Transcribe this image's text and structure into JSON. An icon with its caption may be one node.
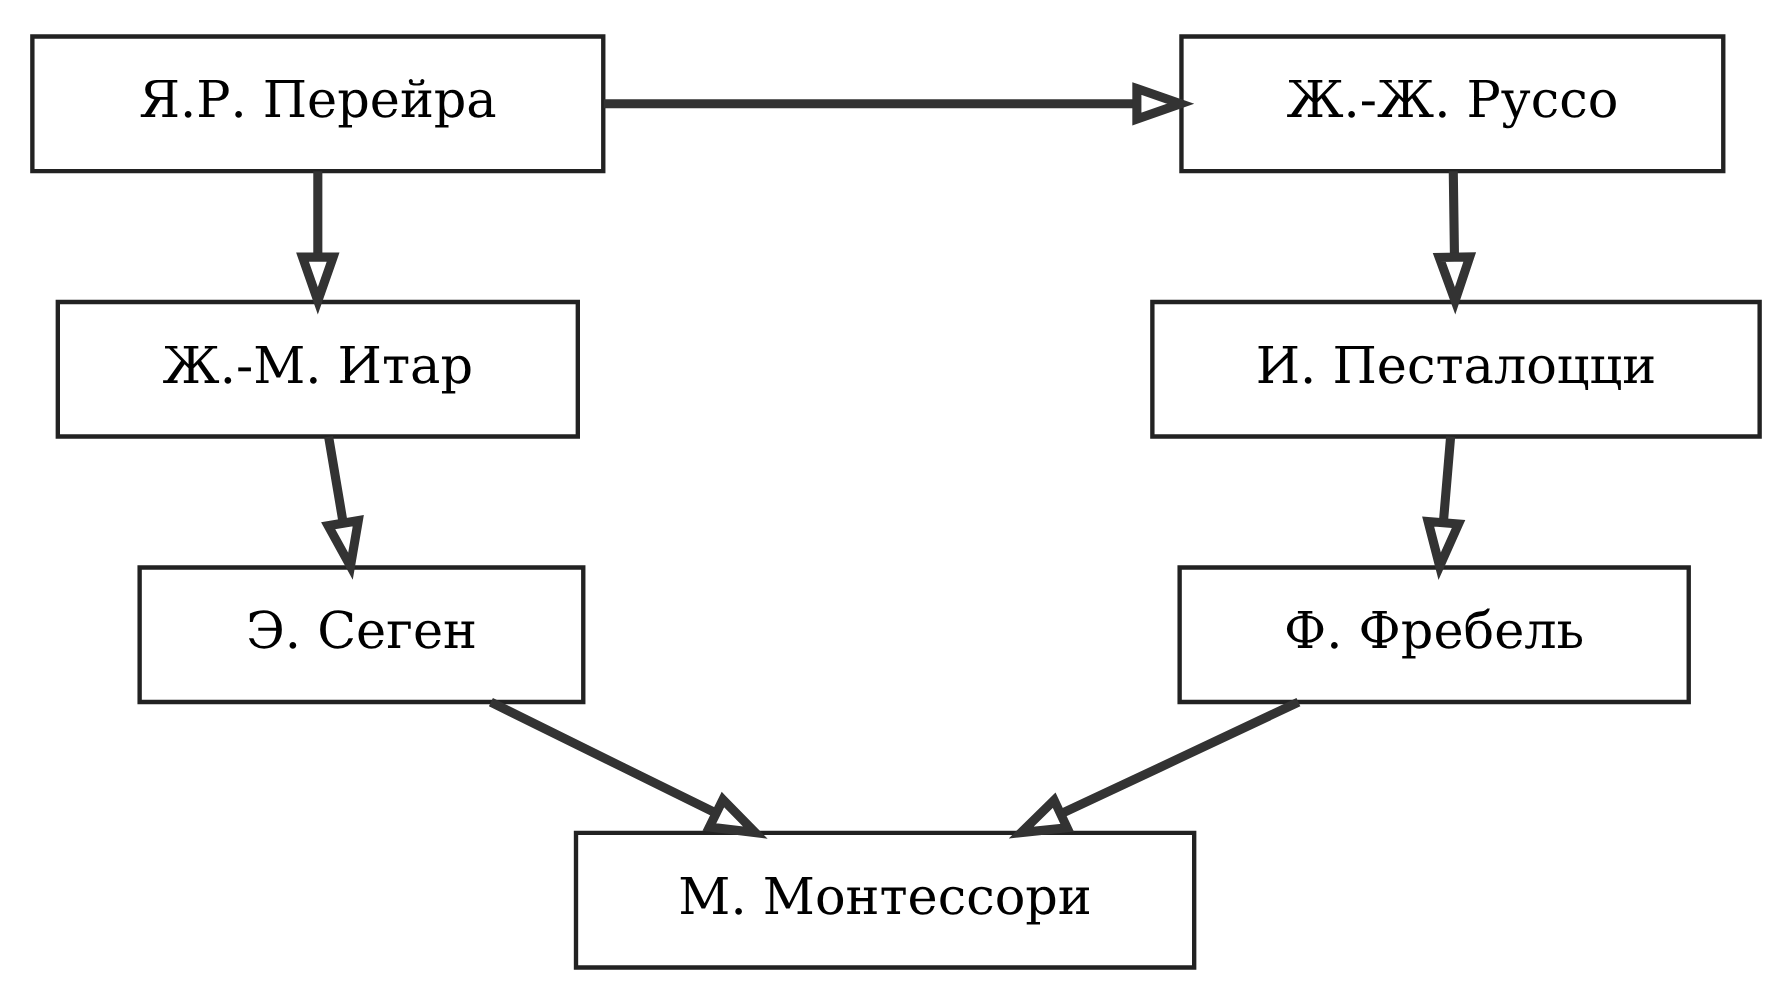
{
  "diagram": {
    "nodes": [
      {
        "text": [
          "Я.Р. Перейра"
        ]
      },
      {
        "text": [
          "Ж.-Ж. Руссо"
        ]
      },
      {
        "text": [
          "Ж.-М. Итар"
        ]
      },
      {
        "text": [
          "И. Песталоцци"
        ]
      },
      {
        "text": [
          "Э. Сеген"
        ]
      },
      {
        "text": [
          "Ф. Фребель"
        ]
      },
      {
        "text": [
          "М. Монтессори"
        ]
      }
    ],
    "edges": [
      {
        "from": 0,
        "to": 1,
        "arrow": "to"
      },
      {
        "from": 0,
        "to": 2,
        "arrow": "to"
      },
      {
        "from": 2,
        "to": 4,
        "arrow": "to"
      },
      {
        "from": 4,
        "to": 6,
        "arrow": "to"
      },
      {
        "from": 1,
        "to": 3,
        "arrow": "to"
      },
      {
        "from": 3,
        "to": 5,
        "arrow": "to"
      },
      {
        "from": 5,
        "to": 6,
        "arrow": "to"
      }
    ]
  }
}
